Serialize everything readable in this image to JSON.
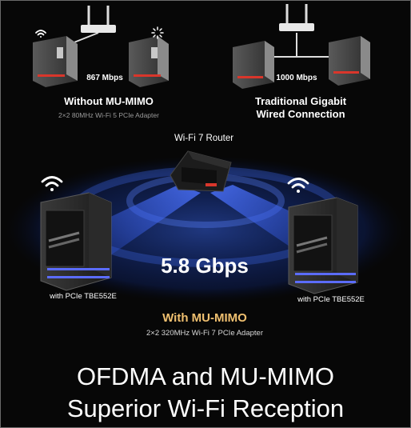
{
  "top_left": {
    "speed": "867 Mbps",
    "title": "Without MU-MIMO",
    "subtitle": "2×2 80MHz Wi-Fi 5 PCIe Adapter"
  },
  "top_right": {
    "speed": "1000 Mbps",
    "title_line1": "Traditional Gigabit",
    "title_line2": "Wired Connection"
  },
  "router_label": "Wi-Fi 7 Router",
  "center": {
    "speed": "5.8 Gbps",
    "left_pc_label": "with PCIe TBE552E",
    "right_pc_label": "with PCIe TBE552E",
    "mu_mimo_title": "With MU-MIMO",
    "mu_mimo_subtitle": "2×2 320MHz Wi-Fi 7 PCIe Adapter"
  },
  "headline": {
    "line1": "OFDMA and MU-MIMO",
    "line2": "Superior Wi-Fi Reception"
  },
  "colors": {
    "background": "#070707",
    "accent_gold": "#f0c070",
    "ring_blue": "#1e3a8a",
    "beam_blue": "#3b5bdb",
    "pc_red": "#d9362b"
  },
  "icons": [
    "wifi-icon",
    "router-icon",
    "pc-tower-icon",
    "loading-icon"
  ]
}
